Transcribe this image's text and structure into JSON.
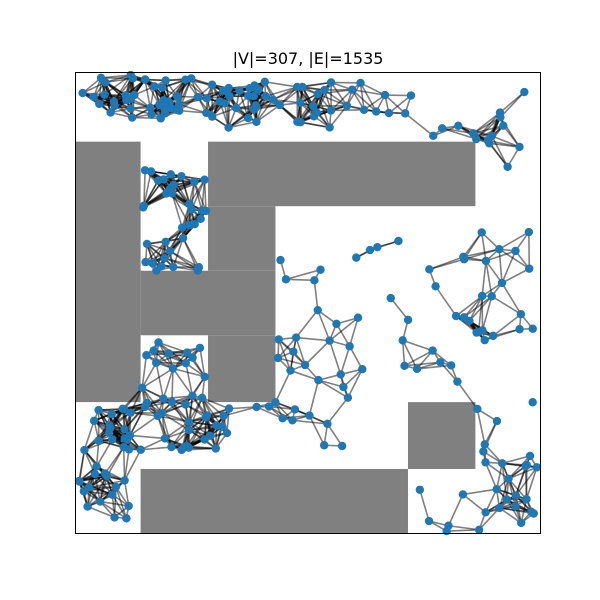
{
  "chart_data": {
    "type": "scatter",
    "title": "|V|=307, |E|=1535",
    "xlim": [
      0,
      1
    ],
    "ylim": [
      0,
      1
    ],
    "axes_visible": false,
    "grid": false,
    "colors": {
      "node": "#1f77b4",
      "edge": "#000000",
      "obstacle": "#808080"
    },
    "obstacles": [
      {
        "x0": 0.0,
        "y0": 0.285,
        "x1": 0.14,
        "y1": 0.85
      },
      {
        "x0": 0.14,
        "y0": 0.43,
        "x1": 0.43,
        "y1": 0.57
      },
      {
        "x0": 0.285,
        "y0": 0.57,
        "x1": 0.43,
        "y1": 0.71
      },
      {
        "x0": 0.285,
        "y0": 0.71,
        "x1": 0.86,
        "y1": 0.85
      },
      {
        "x0": 0.285,
        "y0": 0.285,
        "x1": 0.43,
        "y1": 0.43
      },
      {
        "x0": 0.715,
        "y0": 0.14,
        "x1": 0.86,
        "y1": 0.285
      },
      {
        "x0": 0.14,
        "y0": 0.0,
        "x1": 0.715,
        "y1": 0.14
      }
    ],
    "clusters": [
      {
        "cx": 0.14,
        "cy": 0.95,
        "rx": 0.13,
        "ry": 0.05,
        "n": 40
      },
      {
        "cx": 0.36,
        "cy": 0.93,
        "rx": 0.08,
        "ry": 0.05,
        "n": 28
      },
      {
        "cx": 0.59,
        "cy": 0.93,
        "rx": 0.14,
        "ry": 0.05,
        "n": 22
      },
      {
        "cx": 0.87,
        "cy": 0.88,
        "rx": 0.11,
        "ry": 0.09,
        "n": 14
      },
      {
        "cx": 0.25,
        "cy": 0.67,
        "rx": 0.11,
        "ry": 0.12,
        "n": 34
      },
      {
        "cx": 0.64,
        "cy": 0.49,
        "rx": 0.21,
        "ry": 0.15,
        "n": 32
      },
      {
        "cx": 0.9,
        "cy": 0.45,
        "rx": 0.09,
        "ry": 0.22,
        "n": 24
      },
      {
        "cx": 0.22,
        "cy": 0.3,
        "rx": 0.12,
        "ry": 0.12,
        "n": 42
      },
      {
        "cx": 0.05,
        "cy": 0.15,
        "rx": 0.07,
        "ry": 0.12,
        "n": 32
      },
      {
        "cx": 0.48,
        "cy": 0.27,
        "rx": 0.11,
        "ry": 0.09,
        "n": 14
      },
      {
        "cx": 0.87,
        "cy": 0.1,
        "rx": 0.13,
        "ry": 0.1,
        "n": 25
      }
    ]
  }
}
